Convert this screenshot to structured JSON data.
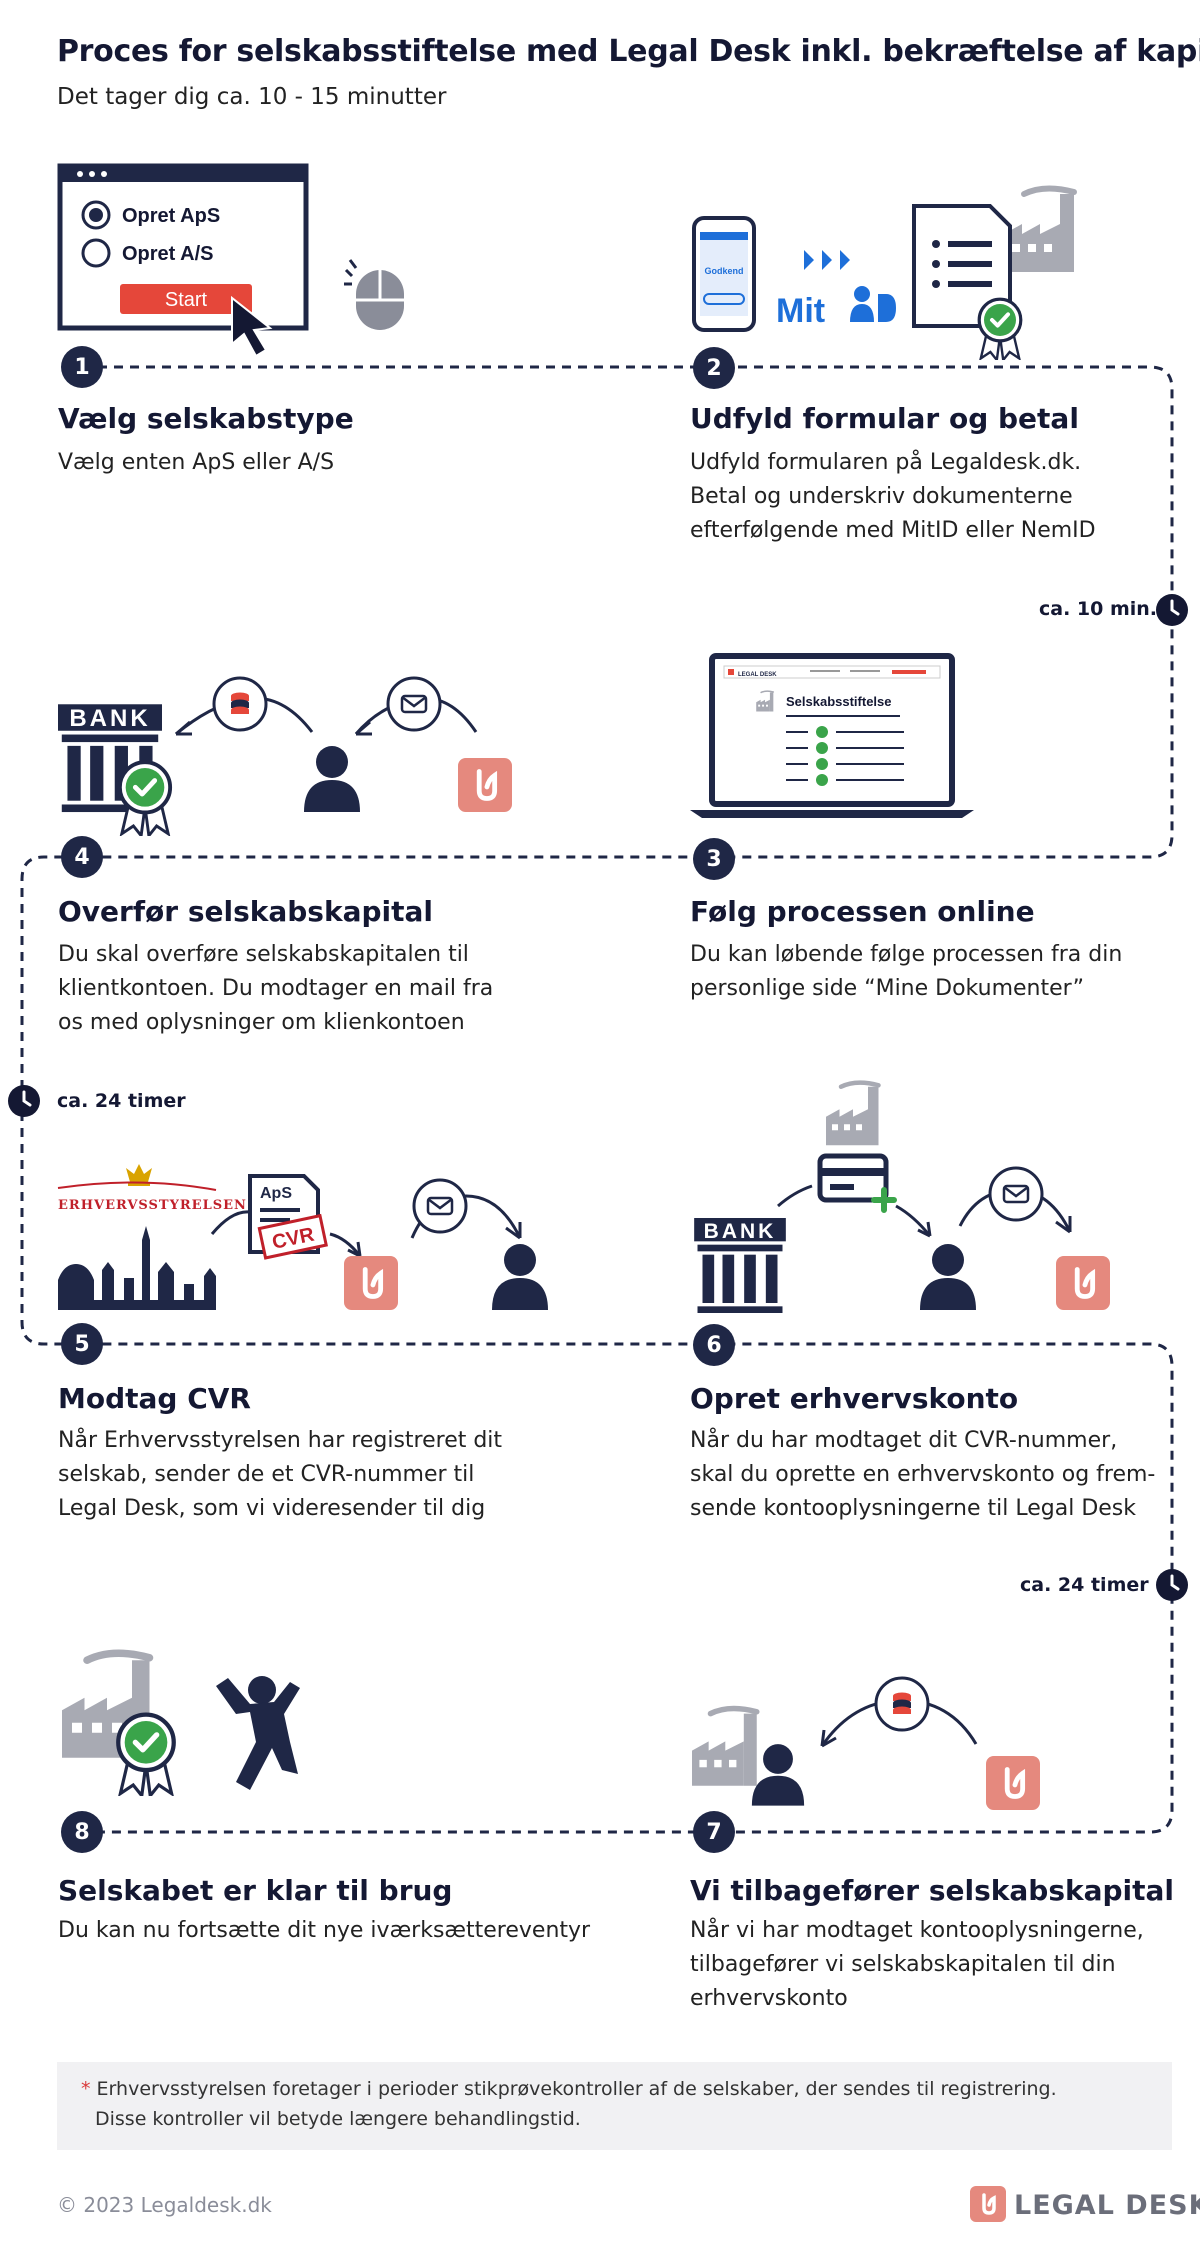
{
  "header": {
    "title": "Proces for selskabsstiftelse med Legal Desk inkl. bekræftelse af kapital",
    "subtitle": "Det tager dig ca. 10 - 15 minutter"
  },
  "steps": [
    {
      "number": "1",
      "title": "Vælg selskabstype",
      "lines": [
        "Vælg enten ApS eller A/S"
      ]
    },
    {
      "number": "2",
      "title": "Udfyld formular og betal",
      "lines": [
        "Udfyld formularen på Legaldesk.dk.",
        "Betal og underskriv dokumenterne",
        "efterfølgende med MitID eller NemID"
      ]
    },
    {
      "number": "3",
      "title": "Følg processen online",
      "lines": [
        "Du kan løbende følge processen fra din",
        "personlige side “Mine Dokumenter”"
      ]
    },
    {
      "number": "4",
      "title": "Overfør selskabskapital",
      "lines": [
        "Du skal overføre selskabskapitalen til",
        "klientkontoen. Du modtager en mail fra",
        "os med oplysninger om klienkontoen"
      ]
    },
    {
      "number": "5",
      "title": "Modtag CVR",
      "lines": [
        "Når Erhvervsstyrelsen har registreret dit",
        "selskab, sender de et CVR-nummer til",
        "Legal Desk, som vi videresender til dig"
      ]
    },
    {
      "number": "6",
      "title": "Opret erhvervskonto",
      "lines": [
        "Når du har modtaget dit CVR-nummer,",
        "skal du oprette en erhvervskonto og frem-",
        "sende kontooplysningerne til Legal Desk"
      ]
    },
    {
      "number": "7",
      "title": "Vi tilbagefører selskabskapital",
      "lines": [
        "Når vi har modtaget kontooplysningerne,",
        "tilbagefører vi selskabskapitalen til din",
        "erhvervskonto"
      ]
    },
    {
      "number": "8",
      "title": "Selskabet er klar til brug",
      "lines": [
        "Du kan nu fortsætte dit nye iværksættereventyr"
      ]
    }
  ],
  "timers": {
    "t1": "ca. 10 min.",
    "t2": "ca. 24 timer",
    "t3": "ca. 24 timer"
  },
  "illustrations": {
    "step1_option_aps": "Opret ApS",
    "step1_option_as": "Opret A/S",
    "step1_start_button": "Start",
    "phone_button": "Godkend",
    "mitid_logo": "Mit",
    "laptop_app_brand": "LEGAL DESK",
    "laptop_doc_title": "Selskabsstiftelse",
    "bank_sign": "BANK",
    "erhvervsstyrelsen": "ERHVERVSSTYRELSEN",
    "doc_aps": "ApS",
    "doc_cvr": "CVR"
  },
  "footnote": {
    "star": "*",
    "line1": "Erhvervsstyrelsen foretager i perioder stikprøvekontroller af de selskaber, der sendes til registrering.",
    "line2": "Disse kontroller vil betyde længere behandlingstid."
  },
  "footer": {
    "copyright": "© 2023 Legaldesk.dk",
    "brand": "LEGAL DESK"
  },
  "colors": {
    "navy": "#1f2746",
    "accent_red": "#e5473a",
    "brand_pink": "#e5897e",
    "check_green": "#3aa44a",
    "mitid_blue": "#1e6fd9",
    "factory_gray": "#a8aab3"
  }
}
